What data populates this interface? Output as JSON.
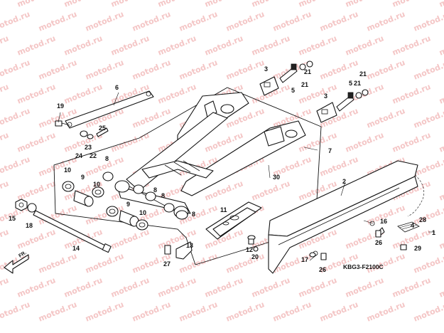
{
  "watermark": "motod.ru",
  "diagram_code": "KBG3-F2100C",
  "direction_label": "FR.",
  "colors": {
    "ink": "#111111",
    "watermark": "#f4c6c6",
    "background": "#ffffff"
  },
  "callouts": {
    "c1": "1",
    "c2": "2",
    "c3a": "3",
    "c3b": "3",
    "c4": "4",
    "c5a": "5",
    "c5b": "5",
    "c6": "6",
    "c7": "7",
    "c8a": "8",
    "c8b": "8",
    "c8c": "8",
    "c8d": "8",
    "c9a": "9",
    "c9b": "9",
    "c10a": "10",
    "c10b": "10",
    "c10c": "10",
    "c11": "11",
    "c12": "12",
    "c13": "13",
    "c14": "14",
    "c15": "15",
    "c16": "16",
    "c17": "17",
    "c18": "18",
    "c19": "19",
    "c20": "20",
    "c21a": "21",
    "c21b": "21",
    "c21c": "21",
    "c21d": "21",
    "c22": "22",
    "c23": "23",
    "c24": "24",
    "c25": "25",
    "c26a": "26",
    "c26b": "26",
    "c27": "27",
    "c28": "28",
    "c29": "29",
    "c30": "30"
  },
  "parts": {
    "swingarm": "swingarm-icon",
    "chain_case": "chain-case-icon",
    "drive_chain": "drive-chain-icon",
    "pivot_bolt": "pivot-bolt-icon",
    "chain_guide": "chain-guide-icon",
    "chain_slider_upper": "chain-slider-icon",
    "adjuster_left": "chain-adjuster-icon",
    "adjuster_right": "chain-adjuster-icon"
  }
}
